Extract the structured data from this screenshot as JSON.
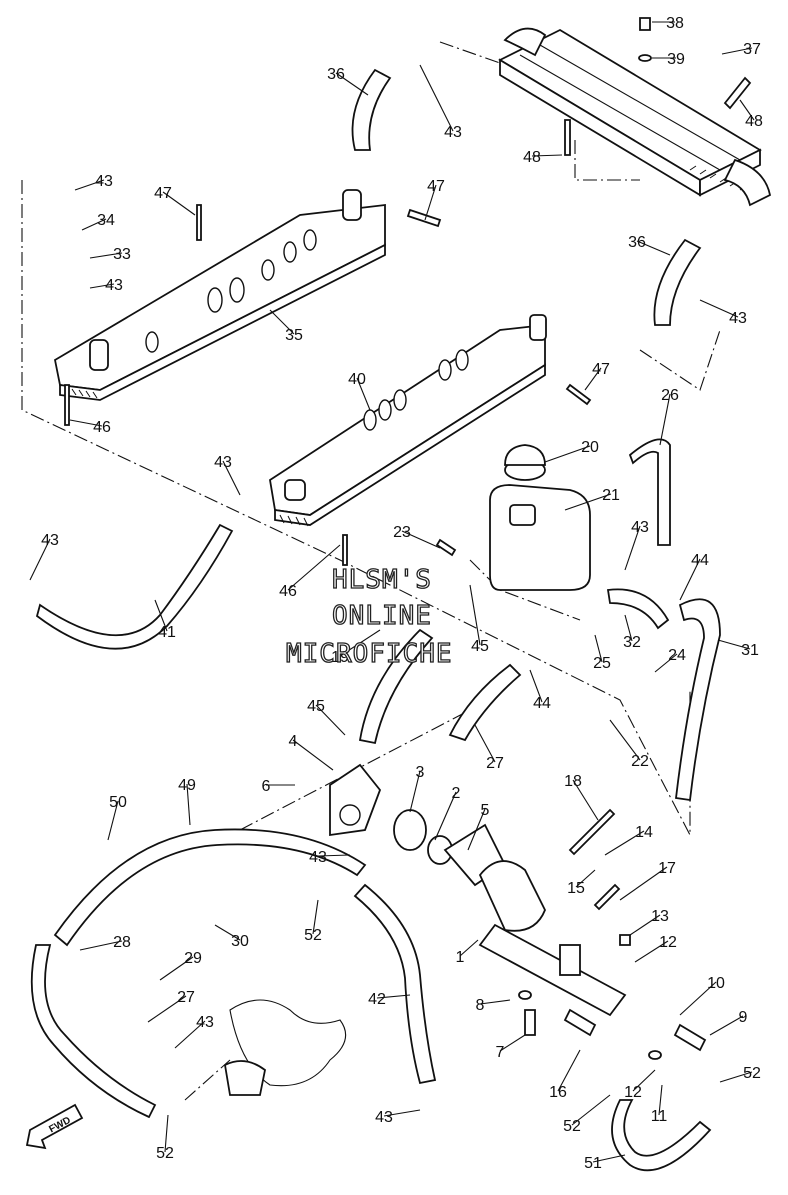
{
  "diagram": {
    "callouts": [
      "1",
      "2",
      "3",
      "4",
      "5",
      "6",
      "7",
      "8",
      "9",
      "10",
      "11",
      "12",
      "12",
      "13",
      "14",
      "15",
      "16",
      "17",
      "18",
      "19",
      "20",
      "21",
      "22",
      "23",
      "24",
      "25",
      "26",
      "27",
      "27",
      "28",
      "29",
      "30",
      "31",
      "32",
      "33",
      "34",
      "35",
      "36",
      "36",
      "37",
      "38",
      "39",
      "40",
      "41",
      "42",
      "43",
      "43",
      "43",
      "43",
      "43",
      "43",
      "43",
      "43",
      "43",
      "43",
      "44",
      "44",
      "45",
      "45",
      "46",
      "46",
      "47",
      "47",
      "47",
      "48",
      "48",
      "49",
      "50",
      "51",
      "52",
      "52",
      "52",
      "52"
    ],
    "watermark": [
      "HLSM'S",
      "ONLINE",
      "MICROFICHE"
    ],
    "fwd_label": "FWD"
  }
}
